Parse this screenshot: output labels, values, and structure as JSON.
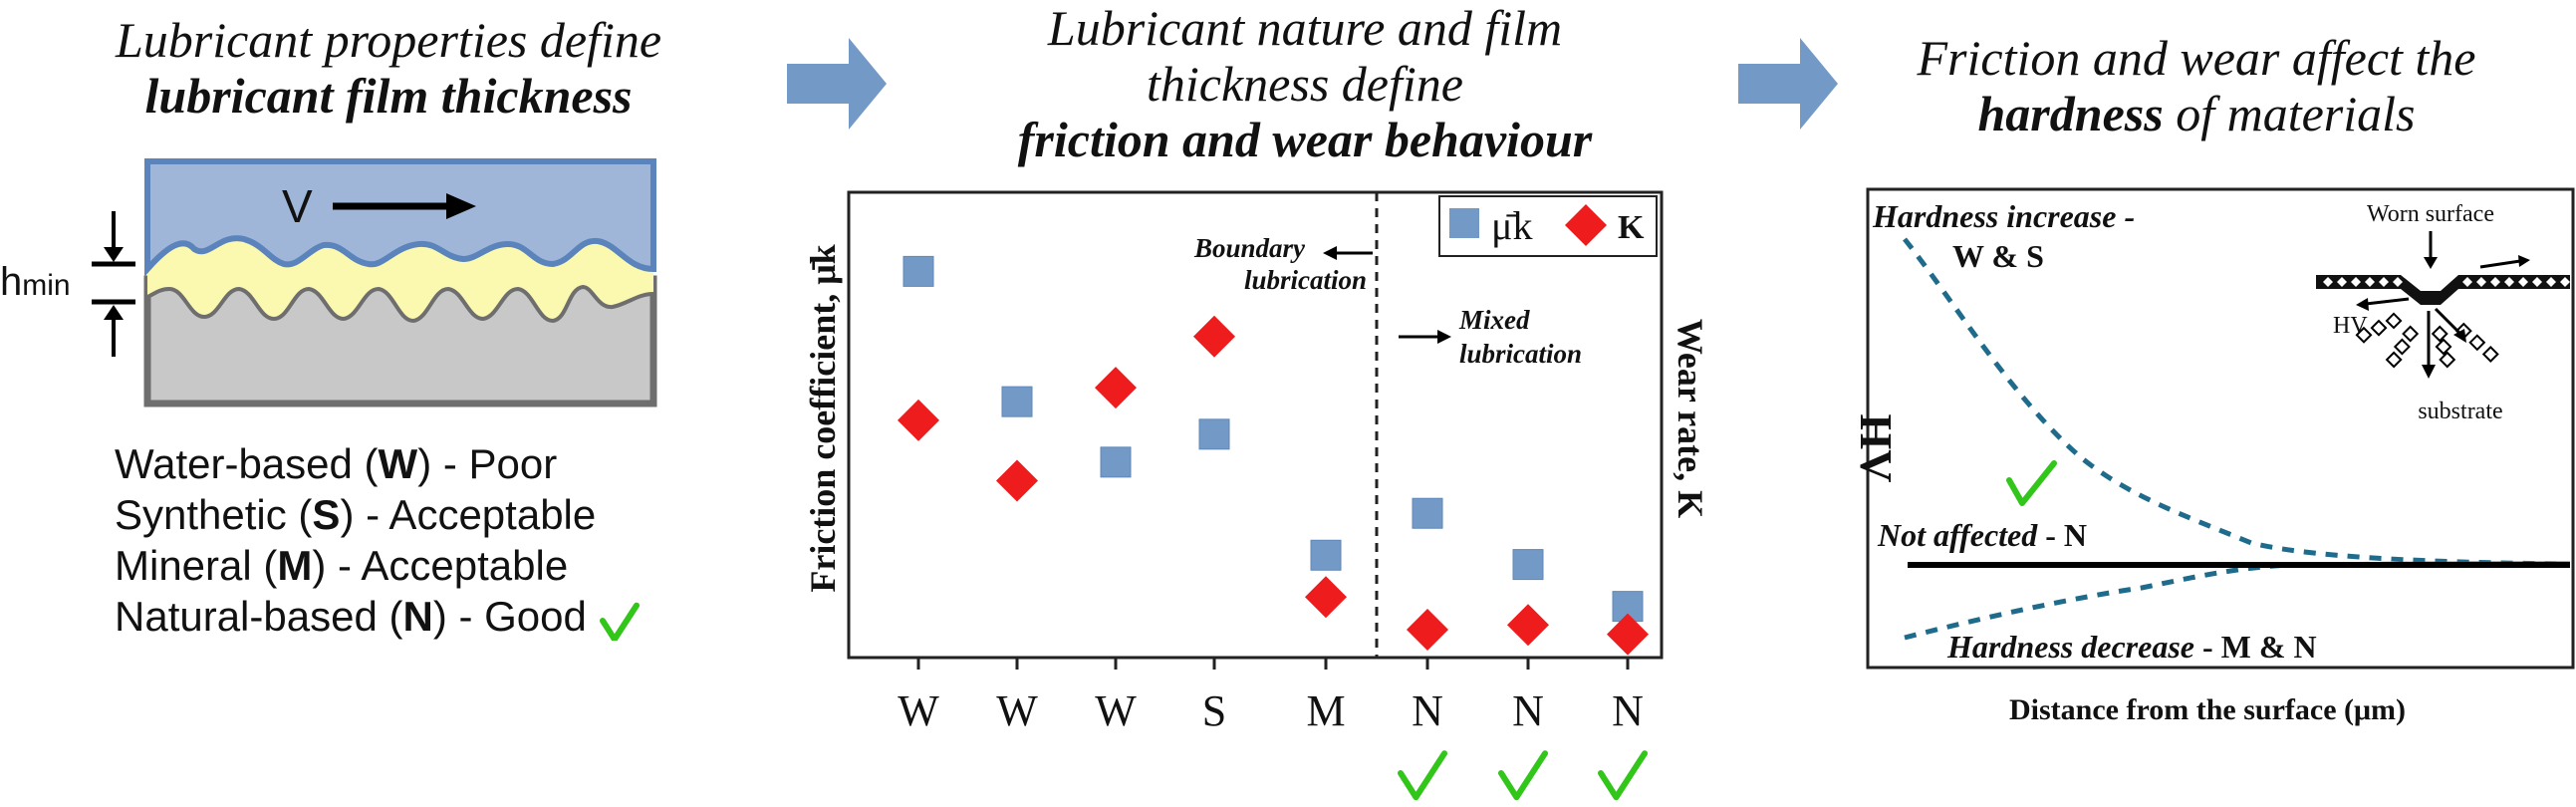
{
  "headings": {
    "left": {
      "line1": "Lubricant properties define",
      "line2": "lubricant film thickness"
    },
    "middle": {
      "line1": "Lubricant nature and film",
      "line2": "thickness define",
      "line3": "friction and wear behaviour"
    },
    "right": {
      "line1": "Friction and wear affect the",
      "line2_bold": "hardness",
      "line2_rest": " of materials"
    }
  },
  "film_diagram": {
    "velocity_label": "V",
    "hmin_label": "h",
    "hmin_sub": "min"
  },
  "lubricants": [
    {
      "name": "Water-based (",
      "code": "W",
      "rating": ") - Poor",
      "check": false
    },
    {
      "name": "Synthetic (",
      "code": "S",
      "rating": ") - Acceptable",
      "check": false
    },
    {
      "name": "Mineral (",
      "code": "M",
      "rating": ") - Acceptable",
      "check": false
    },
    {
      "name": "Natural-based (",
      "code": "N",
      "rating": ") - Good",
      "check": true
    }
  ],
  "chart_data": {
    "type": "scatter",
    "categories": [
      "W",
      "W",
      "W",
      "S",
      "M",
      "N",
      "N",
      "N"
    ],
    "ylabel_left": "Friction coefficient, μ̄k",
    "ylabel_right": "Wear rate, K",
    "series": [
      {
        "name": "μ̄k",
        "values": [
          0.83,
          0.55,
          0.42,
          0.48,
          0.22,
          0.31,
          0.2,
          0.11
        ]
      },
      {
        "name": "K",
        "values": [
          0.51,
          0.38,
          0.58,
          0.69,
          0.13,
          0.06,
          0.07,
          0.05
        ]
      }
    ],
    "ylim": [
      0,
      1
    ],
    "check_categories": [
      5,
      6,
      7
    ],
    "annotations": {
      "boundary": "Boundary lubrication",
      "boundary_1": "Boundary",
      "boundary_2": "lubrication",
      "mixed_1": "Mixed",
      "mixed_2": "lubrication"
    },
    "colors": {
      "mu": "#7399c6",
      "K": "#ee1c1c"
    }
  },
  "hardness_panel": {
    "ylabel": "HV",
    "xlabel": "Distance from the surface (μm)",
    "increase_1": "Hardness increase -",
    "increase_2": "W & S",
    "not_affected": "Not affected",
    "not_affected_code": "- N",
    "decrease": "Hardness decrease",
    "decrease_code": "- M & N",
    "inset": {
      "worn_surface": "Worn surface",
      "hv": "HV",
      "substrate": "substrate"
    }
  },
  "colors": {
    "arrow": "#7399c6",
    "top_block": "#9fb6d8",
    "top_block_border": "#5b84bd",
    "lubricant": "#fbf8b0",
    "bottom_block": "#c8c8c8",
    "bottom_block_border": "#6e6e6e",
    "check": "#32c51a",
    "dashed_curve": "#1f6b8c"
  }
}
